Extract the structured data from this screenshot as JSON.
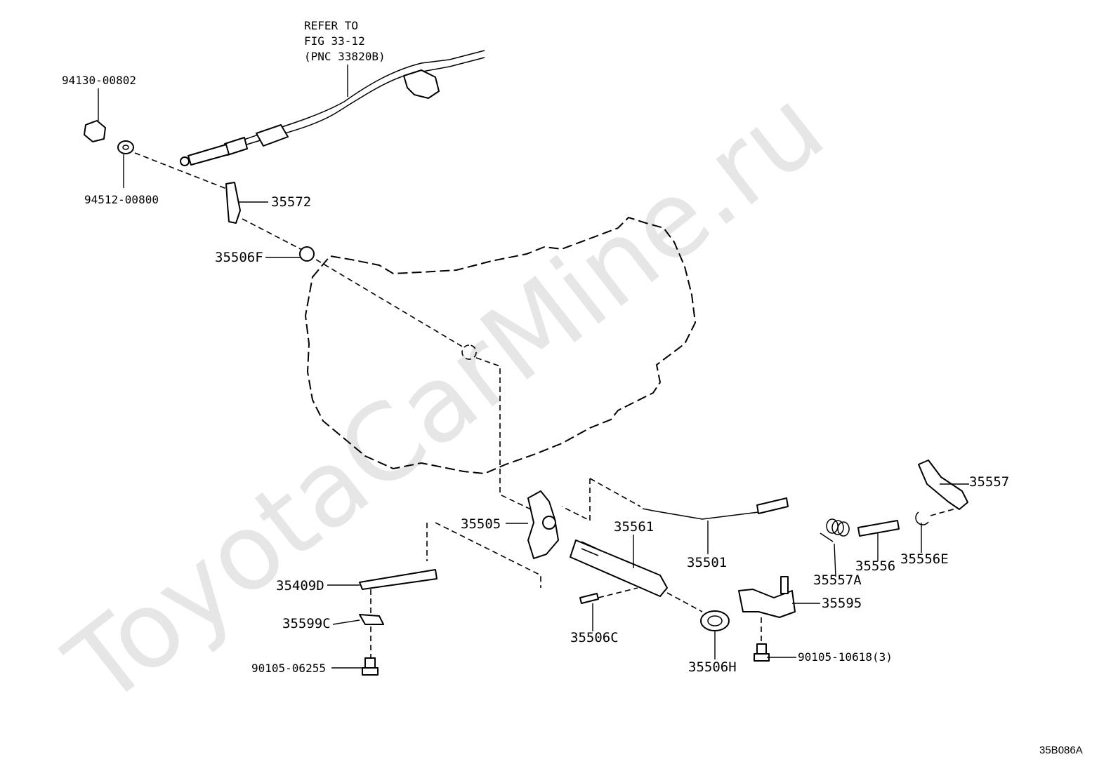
{
  "note": {
    "line1": "REFER TO",
    "line2": "FIG 33-12",
    "line3": "(PNC 33820B)"
  },
  "parts": [
    "94130-00802",
    "94512-00800",
    "35572",
    "35506F",
    "35505",
    "35561",
    "35501",
    "35409D",
    "35599C",
    "90105-06255",
    "35506C",
    "35506H",
    "35557A",
    "35556",
    "35556E",
    "35557",
    "35595",
    "90105-10618(3)"
  ],
  "figure_code": "35B086A",
  "watermark": "ToyotaCarMine.ru"
}
